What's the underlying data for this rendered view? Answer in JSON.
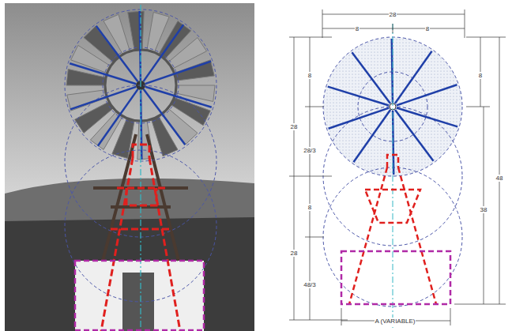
{
  "diagram": {
    "labels": [
      "28",
      "8",
      "8",
      "8",
      "28",
      "28/3",
      "8",
      "28",
      "48/3",
      "8",
      "48",
      "38",
      "A (VARIABLE)"
    ]
  }
}
